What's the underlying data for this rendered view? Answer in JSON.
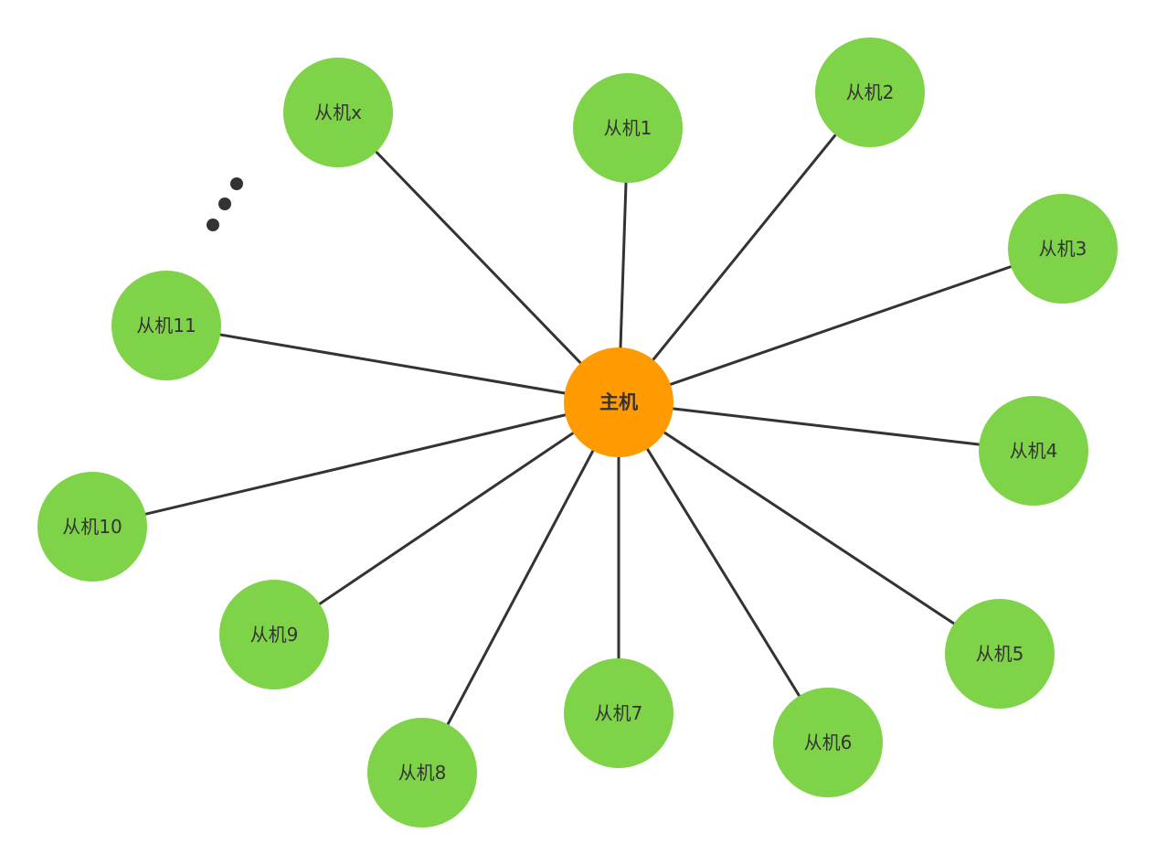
{
  "diagram": {
    "type": "star-topology",
    "colors": {
      "master": "#ff9a00",
      "slave": "#7ed348",
      "edge": "#333333",
      "text": "#333333"
    },
    "master": {
      "label": "主机"
    },
    "slaves": [
      {
        "label": "从机1"
      },
      {
        "label": "从机2"
      },
      {
        "label": "从机3"
      },
      {
        "label": "从机4"
      },
      {
        "label": "从机5"
      },
      {
        "label": "从机6"
      },
      {
        "label": "从机7"
      },
      {
        "label": "从机8"
      },
      {
        "label": "从机9"
      },
      {
        "label": "从机10"
      },
      {
        "label": "从机11"
      },
      {
        "label": "从机x"
      }
    ]
  }
}
